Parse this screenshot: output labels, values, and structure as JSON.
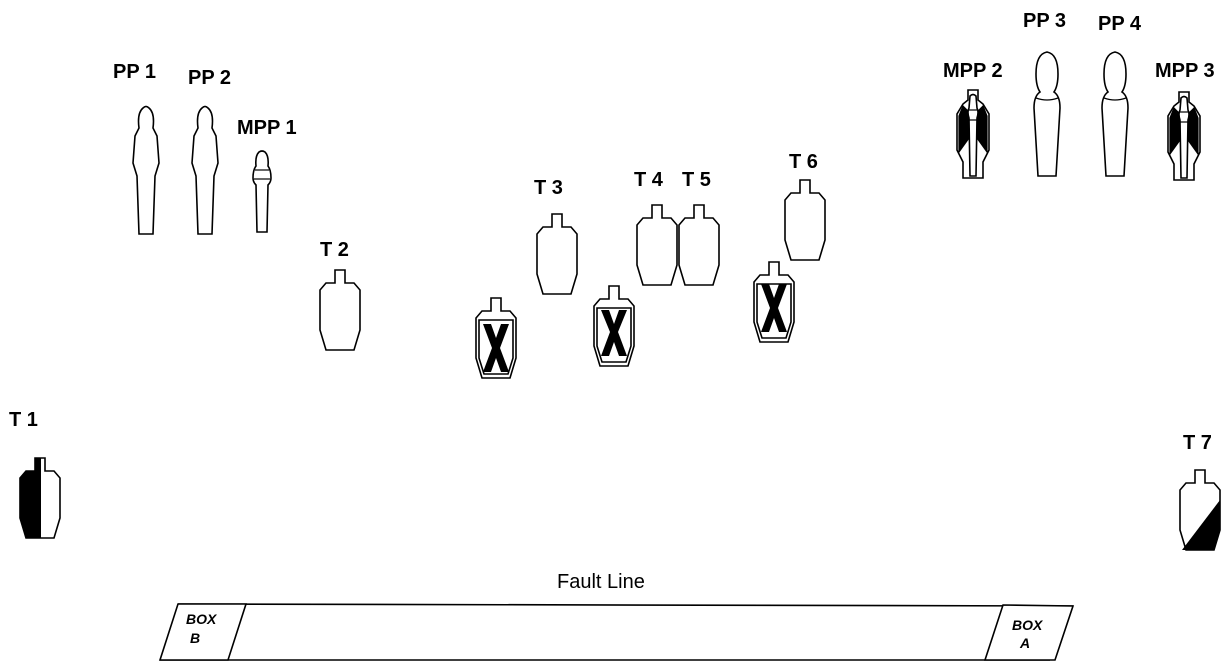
{
  "targets": [
    {
      "id": "pp1",
      "label": "PP 1",
      "kind": "popper"
    },
    {
      "id": "pp2",
      "label": "PP 2",
      "kind": "popper"
    },
    {
      "id": "mpp1",
      "label": "MPP 1",
      "kind": "mini-popper"
    },
    {
      "id": "t2",
      "label": "T 2",
      "kind": "paper"
    },
    {
      "id": "t3",
      "label": "T 3",
      "kind": "paper"
    },
    {
      "id": "t4",
      "label": "T 4",
      "kind": "paper"
    },
    {
      "id": "t5",
      "label": "T 5",
      "kind": "paper"
    },
    {
      "id": "t6",
      "label": "T 6",
      "kind": "paper"
    },
    {
      "id": "mpp2",
      "label": "MPP 2",
      "kind": "mini-popper-partial-hardcover"
    },
    {
      "id": "pp3",
      "label": "PP 3",
      "kind": "popper"
    },
    {
      "id": "pp4",
      "label": "PP 4",
      "kind": "popper"
    },
    {
      "id": "mpp3",
      "label": "MPP 3",
      "kind": "mini-popper-partial-hardcover"
    },
    {
      "id": "t1",
      "label": "T 1",
      "kind": "paper-half-black"
    },
    {
      "id": "t7",
      "label": "T 7",
      "kind": "paper-diagonal-black"
    }
  ],
  "no_shoots": [
    {
      "id": "ns1",
      "kind": "no-shoot-x"
    },
    {
      "id": "ns2",
      "kind": "no-shoot-x"
    },
    {
      "id": "ns3",
      "kind": "no-shoot-x"
    }
  ],
  "fault_line": {
    "label": "Fault Line"
  },
  "boxes": [
    {
      "id": "box-b",
      "line1": "BOX",
      "line2": "B"
    },
    {
      "id": "box-a",
      "line1": "BOX",
      "line2": "A"
    }
  ],
  "colors": {
    "ink": "#000000",
    "background": "#ffffff"
  }
}
